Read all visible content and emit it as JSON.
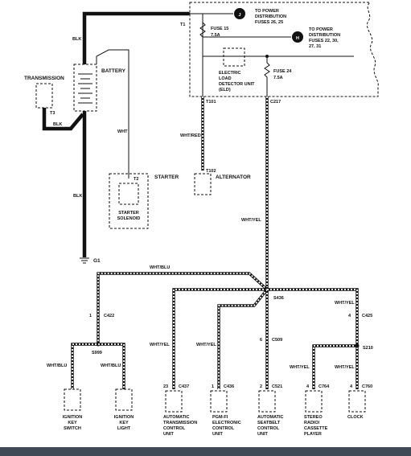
{
  "labels": {
    "transmission": "TRANSMISSION",
    "t3": "T3",
    "blk_top": "BLK",
    "blk_t3": "BLK",
    "blk_lower": "BLK",
    "battery": "BATTERY",
    "wht": "WHT",
    "t1": "T1",
    "power_j_1": "TO POWER",
    "power_j_2": "DISTRIBUTION",
    "power_j_3": "FUSES 26, 25",
    "power_h_1": "TO POWER",
    "power_h_2": "DISTRIBUTION",
    "power_h_3": "FUSES 22, 30,",
    "power_h_4": "27, 31",
    "connector_j": "J",
    "connector_h": "H",
    "fuse15": "FUSE 15",
    "fuse15_amp": "7.5A",
    "fuse24": "FUSE 24",
    "fuse24_amp": "7.5A",
    "eld_1": "ELECTRIC",
    "eld_2": "LOAD",
    "eld_3": "DETECTOR UNIT",
    "eld_4": "(ELD)",
    "t101": "T101",
    "c217": "C217",
    "wht_red": "WHT/RED",
    "t102": "T102",
    "alternator": "ALTERNATOR",
    "starter": "STARTER",
    "t2": "T2",
    "starter_solenoid_1": "STARTER",
    "starter_solenoid_2": "SOLENOID",
    "wht_yel_main": "WHT/YEL",
    "g1": "G1",
    "wht_blu_top": "WHT/BLU",
    "s436": "S436",
    "pin_c422": "1",
    "c422": "C422",
    "s999": "S999",
    "wht_blu_left": "WHT/BLU",
    "wht_blu_right": "WHT/BLU",
    "ign_switch_1": "IGNITION",
    "ign_switch_2": "KEY",
    "ign_switch_3": "SWITCH",
    "ign_light_1": "IGNITION",
    "ign_light_2": "KEY",
    "ign_light_3": "LIGHT",
    "wht_yel_tcu": "WHT/YEL",
    "wht_yel_pgm": "WHT/YEL",
    "pin_c509": "6",
    "c509": "C509",
    "wht_yel_c425": "WHT/YEL",
    "pin_c425": "4",
    "c425": "C425",
    "s210": "S210",
    "wht_yel_radio": "WHT/YEL",
    "wht_yel_clock": "WHT/YEL",
    "pin_c437": "23",
    "c437": "C437",
    "pin_c436": "1",
    "c436": "C436",
    "pin_c521": "2",
    "c521": "C521",
    "pin_c764": "4",
    "c764": "C764",
    "pin_c760": "4",
    "c760": "C760",
    "atcu_1": "AUTOMATIC",
    "atcu_2": "TRANSMISSION",
    "atcu_3": "CONTROL",
    "atcu_4": "UNIT",
    "pgm_1": "PGM-FI",
    "pgm_2": "ELECTRONIC",
    "pgm_3": "CONTROL",
    "pgm_4": "UNIT",
    "belt_1": "AUTOMATIC",
    "belt_2": "SEATBELT",
    "belt_3": "CONTROL",
    "belt_4": "UNIT",
    "radio_1": "STEREO",
    "radio_2": "RADIO/",
    "radio_3": "CASSETTE",
    "radio_4": "PLAYER",
    "clock": "CLOCK"
  }
}
